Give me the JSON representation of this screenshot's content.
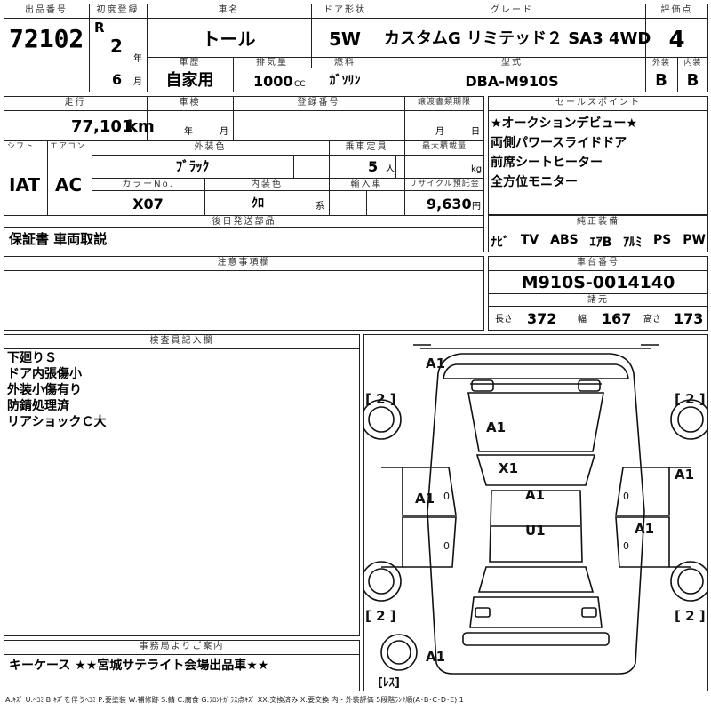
{
  "header": {
    "lot_label": "出品番号",
    "lot_no": "72102",
    "first_reg_label": "初度登録",
    "era": "R",
    "year_num": "2",
    "year_unit": "年",
    "month_num": "6",
    "month_unit": "月",
    "carname_label": "車名",
    "car_name": "トール",
    "door_label": "ドア形状",
    "door": "5W",
    "grade_label": "グレード",
    "grade": "カスタムG リミテッド２ SA3 4WD",
    "score_label": "評価点",
    "score": "4",
    "history_label": "車歴",
    "history": "自家用",
    "displacement_label": "排気量",
    "displacement": "1000",
    "cc_unit": "CC",
    "fuel_label": "燃料",
    "fuel": "ｶﾞｿﾘﾝ",
    "model_label": "型式",
    "model": "DBA-M910S",
    "exterior_label": "外装",
    "exterior": "B",
    "interior_label": "内装",
    "interior": "B"
  },
  "row2": {
    "mileage_label": "走行",
    "mileage": "77,101",
    "mileage_unit": "km",
    "inspection_label": "車検",
    "insp_year_unit": "年",
    "insp_month_unit": "月",
    "regno_label": "登録番号",
    "transfer_label": "譲渡書類期限",
    "transfer_month_unit": "月",
    "transfer_day_unit": "日",
    "shift_label": "シフト",
    "shift": "IAT",
    "ac_label": "エアコン",
    "ac": "AC",
    "color_label": "外装色",
    "color": "ﾌﾞﾗｯｸ",
    "capacity_label": "乗車定員",
    "capacity": "5",
    "capacity_unit": "人",
    "load_label": "最大積載量",
    "load_unit": "kg",
    "colorno_label": "カラーNo.",
    "colorno": "X07",
    "intcolor_label": "内装色",
    "intcolor": "ｸﾛ",
    "intcolor_unit": "系",
    "import_label": "輸入車",
    "recycle_label": "リサイクル預託金",
    "recycle": "9,630",
    "recycle_unit": "円"
  },
  "sales_point": {
    "label": "セールスポイント",
    "lines": [
      "★オークションデビュー★",
      "両側パワースライドドア",
      "前席シートヒーター",
      "全方位モニター"
    ]
  },
  "later_parts": {
    "label": "後日発送部品",
    "value": "保証書 車両取説"
  },
  "equipment": {
    "label": "純正装備",
    "items": [
      "ﾅﾋﾞ",
      "TV",
      "ABS",
      "ｴｱB",
      "ｱﾙﾐ",
      "PS",
      "PW"
    ]
  },
  "notes": {
    "label": "注意事項欄"
  },
  "chassis": {
    "label": "車台番号",
    "value": "M910S-0014140",
    "dims_label": "諸元",
    "length_label": "長さ",
    "length": "372",
    "width_label": "幅",
    "width": "167",
    "height_label": "高さ",
    "height": "173"
  },
  "inspector": {
    "label": "検査員記入欄",
    "lines": [
      "下廻りＳ",
      "ドア内張傷小",
      "外装小傷有り",
      "防錆処理済",
      "リアショックＣ大"
    ]
  },
  "diagram": {
    "marks": [
      "A1",
      "A1",
      "X1",
      "A1",
      "A1",
      "A1",
      "U1",
      "A1",
      "A1"
    ],
    "tire_marks": [
      "[ 2 ]",
      "[ 2 ]",
      "[ 2 ]",
      "[ 2 ]"
    ],
    "spare_mark": "[ﾚｽ]",
    "zero": "0"
  },
  "office": {
    "label": "事務局よりご案内",
    "value": "キーケース ★★宮城サテライト会場出品車★★"
  },
  "legend": "A:ｷｽﾞ U:ﾍｺﾐ B:ｷｽﾞを伴うﾍｺﾐ P:要塗装 W:補修跡 S:錆 C:腐食 G:ﾌﾛﾝﾄｶﾞﾗｽ点ｷｽﾞ XX:交換済み X:要交換 内・外装評価 5段階ﾗﾝｸ順(A･B･C･D･E) 1"
}
